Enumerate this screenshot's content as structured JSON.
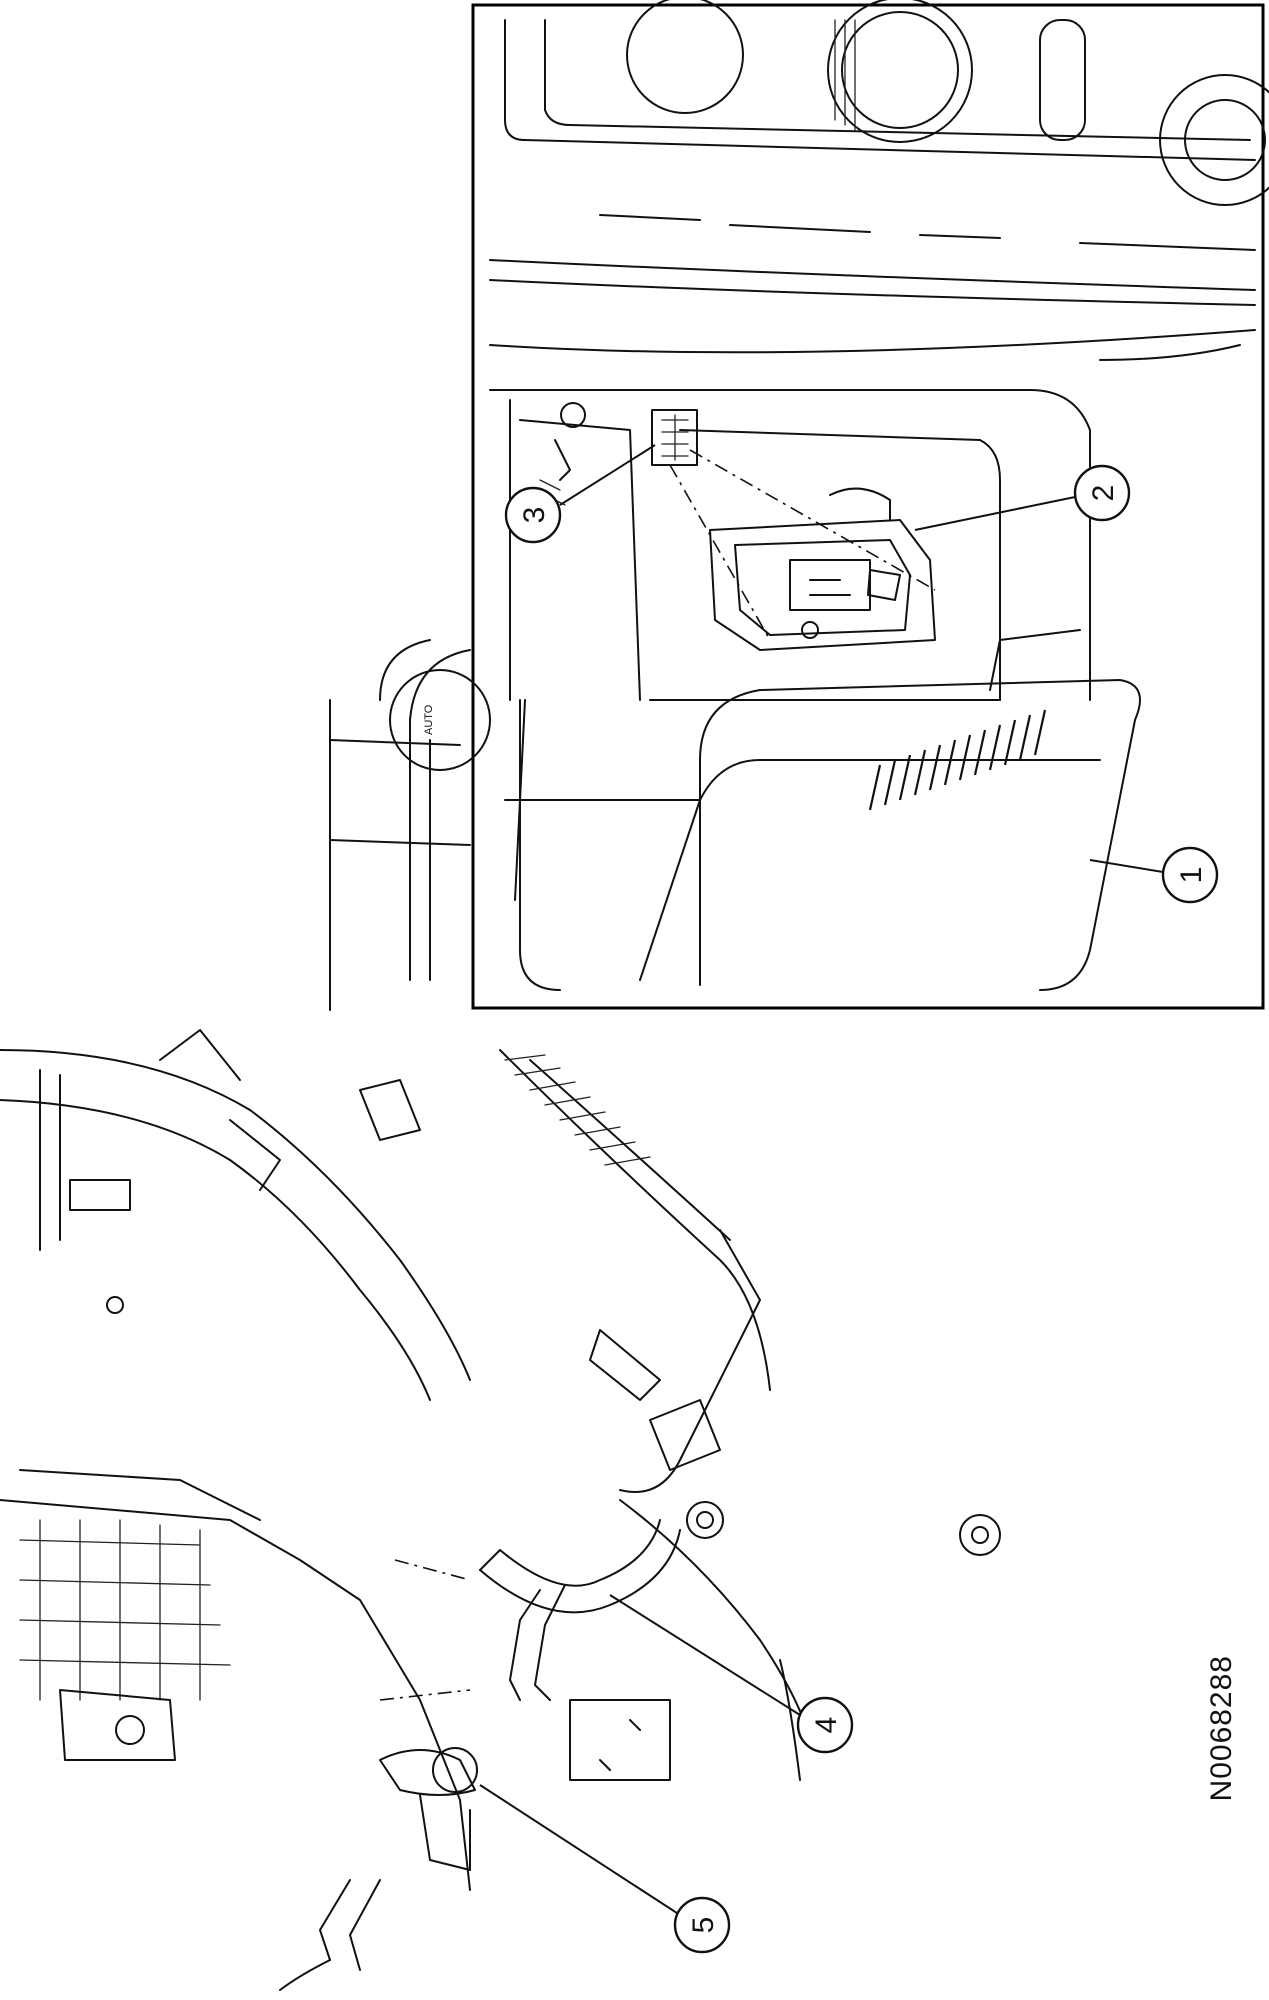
{
  "figure": {
    "reference_code": "N0068288"
  },
  "callouts": [
    {
      "number": "1"
    },
    {
      "number": "2"
    },
    {
      "number": "3"
    },
    {
      "number": "4"
    },
    {
      "number": "5"
    }
  ],
  "panel_labels": {
    "auto": "AUTO"
  },
  "colors": {
    "ink": "#111111",
    "background": "#ffffff"
  }
}
